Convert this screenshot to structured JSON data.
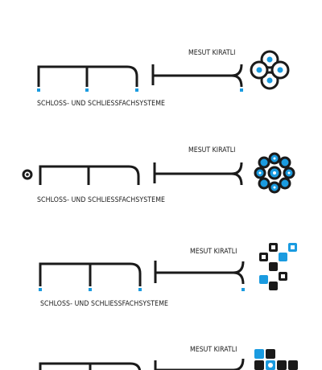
{
  "colors": {
    "ink": "#1a1a1a",
    "accent": "#1a9be0",
    "background": "#ffffff"
  },
  "variants": [
    {
      "name": "MESUT KIRATLI",
      "caption": "SCHLOSS- UND SCHLIESSFACHSYSTEME",
      "icon": "four-circle-knot-icon"
    },
    {
      "name": "MESUT KIRATLI",
      "caption": "SCHLOSS- UND SCHLIESSFACHSYSTEME",
      "icon": "flower-dots-icon"
    },
    {
      "name": "MESUT KIRATLI",
      "caption": "SCHLOSS- UND SCHLIESSFACHSYSTEME",
      "icon": "zigzag-blocks-icon"
    },
    {
      "name": "MESUT KIRATLI",
      "caption": "",
      "icon": "block-cluster-icon"
    }
  ]
}
